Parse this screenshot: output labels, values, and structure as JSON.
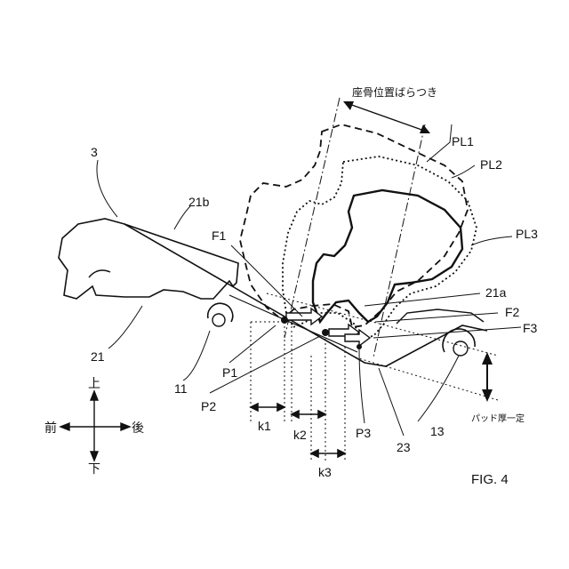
{
  "labels": {
    "part3": "3",
    "part21b": "21b",
    "part21": "21",
    "part21a": "21a",
    "part11": "11",
    "part13": "13",
    "part23": "23",
    "f1": "F1",
    "f2": "F2",
    "f3": "F3",
    "p1": "P1",
    "p2": "P2",
    "p3": "P3",
    "k1": "k1",
    "k2": "k2",
    "k3": "k3",
    "pl1": "PL1",
    "pl2": "PL2",
    "pl3": "PL3",
    "sitbone_variation": "座骨位置ばらつき",
    "pad_thickness": "パッド厚一定",
    "up": "上",
    "down": "下",
    "front": "前",
    "back": "後",
    "fig": "FIG. 4"
  }
}
